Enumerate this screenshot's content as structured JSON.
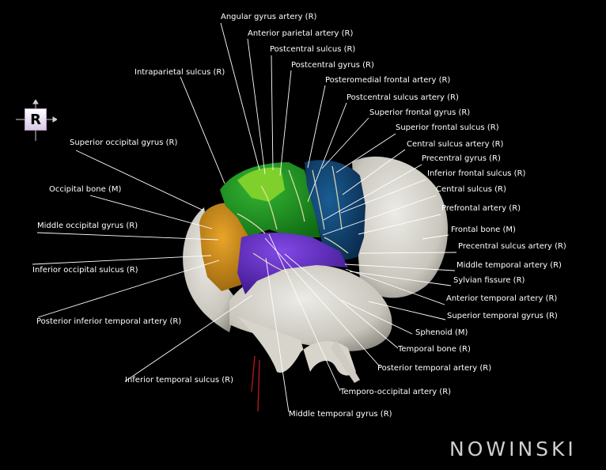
{
  "labels": [
    {
      "id": "angular-gyrus-artery",
      "text": "Angular gyrus artery (R)"
    },
    {
      "id": "anterior-parietal-artery",
      "text": "Anterior parietal artery (R)"
    },
    {
      "id": "postcentral-sulcus",
      "text": "Postcentral sulcus (R)"
    },
    {
      "id": "postcentral-gyrus",
      "text": "Postcentral gyrus (R)"
    },
    {
      "id": "intraparietal-sulcus",
      "text": "Intraparietal sulcus (R)"
    },
    {
      "id": "posteromedial-frontal-artery",
      "text": "Posteromedial frontal artery (R)"
    },
    {
      "id": "postcentral-sulcus-artery",
      "text": "Postcentral sulcus artery (R)"
    },
    {
      "id": "superior-frontal-gyrus",
      "text": "Superior frontal gyrus (R)"
    },
    {
      "id": "superior-frontal-sulcus",
      "text": "Superior frontal sulcus (R)"
    },
    {
      "id": "superior-occipital-gyrus",
      "text": "Superior occipital gyrus (R)"
    },
    {
      "id": "central-sulcus-artery",
      "text": "Central sulcus artery (R)"
    },
    {
      "id": "precentral-gyrus",
      "text": "Precentral gyrus (R)"
    },
    {
      "id": "inferior-frontal-sulcus",
      "text": "Inferior frontal sulcus (R)"
    },
    {
      "id": "occipital-bone",
      "text": "Occipital bone (M)"
    },
    {
      "id": "central-sulcus",
      "text": "Central sulcus (R)"
    },
    {
      "id": "prefrontal-artery",
      "text": "Prefrontal artery (R)"
    },
    {
      "id": "middle-occipital-gyrus",
      "text": "Middle occipital gyrus (R)"
    },
    {
      "id": "frontal-bone",
      "text": "Frontal bone (M)"
    },
    {
      "id": "precentral-sulcus-artery",
      "text": "Precentral sulcus artery (R)"
    },
    {
      "id": "inferior-occipital-sulcus",
      "text": "Inferior occipital sulcus (R)"
    },
    {
      "id": "middle-temporal-artery",
      "text": "Middle temporal artery (R)"
    },
    {
      "id": "sylvian-fissure",
      "text": "Sylvian fissure (R)"
    },
    {
      "id": "anterior-temporal-artery",
      "text": "Anterior temporal artery (R)"
    },
    {
      "id": "posterior-inferior-temporal-artery",
      "text": "Posterior inferior temporal artery (R)"
    },
    {
      "id": "superior-temporal-gyrus",
      "text": "Superior temporal gyrus (R)"
    },
    {
      "id": "sphenoid",
      "text": "Sphenoid (M)"
    },
    {
      "id": "temporal-bone",
      "text": "Temporal bone (R)"
    },
    {
      "id": "posterior-temporal-artery",
      "text": "Posterior temporal artery (R)"
    },
    {
      "id": "inferior-temporal-sulcus",
      "text": "Inferior temporal sulcus (R)"
    },
    {
      "id": "temporo-occipital-artery",
      "text": "Temporo-occipital artery (R)"
    },
    {
      "id": "middle-temporal-gyrus",
      "text": "Middle temporal gyrus (R)"
    }
  ],
  "orientation": {
    "text": "R"
  },
  "logo": {
    "text": "NOWINSKI"
  },
  "colors": {
    "background": "#000000",
    "label_text": "#ffffff",
    "leader_line": "#ffffff",
    "parietal": "#1f9a1f",
    "parietal_light": "#66cc22",
    "frontal": "#0f4a7a",
    "frontal_dark": "#0b2f55",
    "occipital": "#d08a10",
    "temporal": "#6a2dcc",
    "bone": "#dcdad4",
    "bone_shade": "#b9b6ad",
    "artery": "#e7e2b0",
    "vessel_red": "#b01818"
  }
}
